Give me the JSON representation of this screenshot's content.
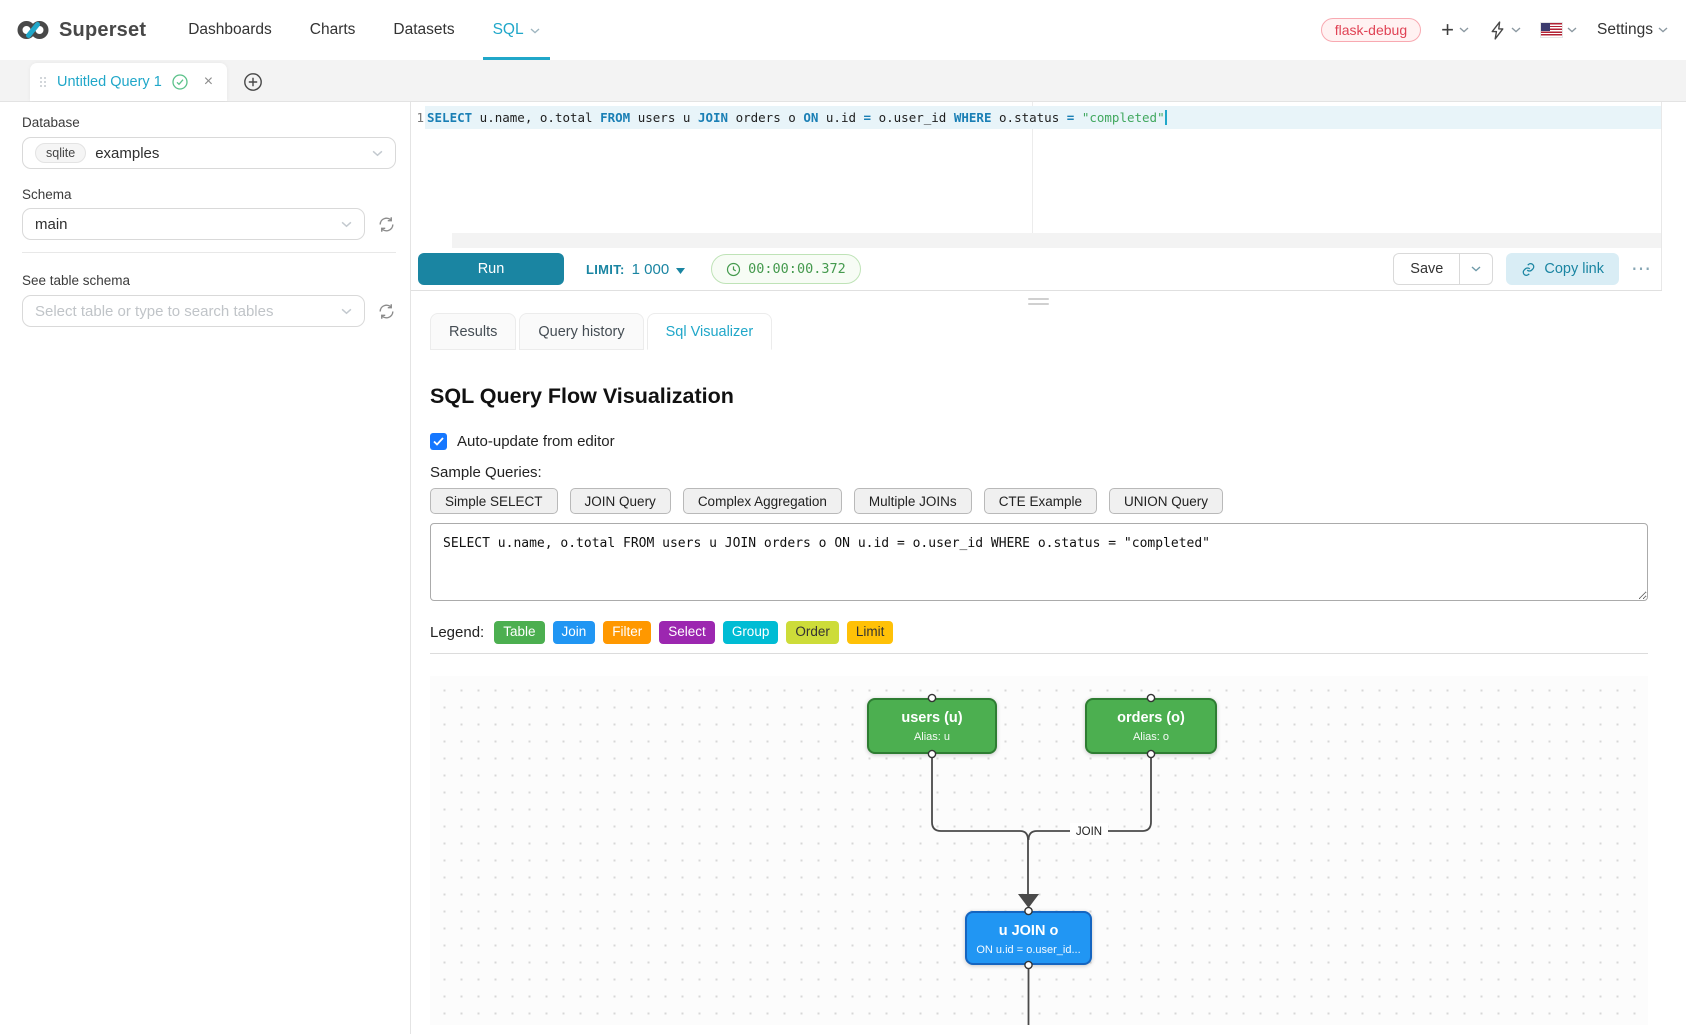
{
  "nav": {
    "brand": "Superset",
    "items": [
      {
        "label": "Dashboards",
        "active": false,
        "caret": false
      },
      {
        "label": "Charts",
        "active": false,
        "caret": false
      },
      {
        "label": "Datasets",
        "active": false,
        "caret": false
      },
      {
        "label": "SQL",
        "active": true,
        "caret": true
      }
    ],
    "right": {
      "env_badge": "flask-debug",
      "settings_label": "Settings"
    }
  },
  "icons": {
    "plus": "+",
    "ellipsis": "⋯",
    "close": "×"
  },
  "query_tab": {
    "title": "Untitled Query 1"
  },
  "sidebar": {
    "database_label": "Database",
    "database_engine": "sqlite",
    "database_value": "examples",
    "schema_label": "Schema",
    "schema_value": "main",
    "table_schema_label": "See table schema",
    "table_placeholder": "Select table or type to search tables"
  },
  "editor": {
    "line_number": "1",
    "colors": {
      "kw": "#1a7fb5",
      "op": "#1a7fb5",
      "str": "#41a85f",
      "pl": "#1f1f1f"
    },
    "tokens": [
      {
        "t": "kw",
        "v": "SELECT"
      },
      {
        "t": "pl",
        "v": " u.name, o.total "
      },
      {
        "t": "kw",
        "v": "FROM"
      },
      {
        "t": "pl",
        "v": " users u "
      },
      {
        "t": "kw",
        "v": "JOIN"
      },
      {
        "t": "pl",
        "v": " orders o "
      },
      {
        "t": "kw",
        "v": "ON"
      },
      {
        "t": "pl",
        "v": " u.id "
      },
      {
        "t": "op",
        "v": "="
      },
      {
        "t": "pl",
        "v": " o.user_id "
      },
      {
        "t": "kw",
        "v": "WHERE"
      },
      {
        "t": "pl",
        "v": " o.status "
      },
      {
        "t": "op",
        "v": "="
      },
      {
        "t": "pl",
        "v": " "
      },
      {
        "t": "str",
        "v": "\"completed\""
      }
    ]
  },
  "toolbar": {
    "run_label": "Run",
    "run_color": "#1a85a2",
    "limit_label": "LIMIT:",
    "limit_value": "1 000",
    "timer_value": "00:00:00.372",
    "save_label": "Save",
    "copy_link_label": "Copy link"
  },
  "result_tabs": [
    {
      "label": "Results",
      "active": false
    },
    {
      "label": "Query history",
      "active": false
    },
    {
      "label": "Sql Visualizer",
      "active": true
    }
  ],
  "visualizer": {
    "title": "SQL Query Flow Visualization",
    "auto_update_label": "Auto-update from editor",
    "auto_update_checked": true,
    "sample_queries_label": "Sample Queries:",
    "sample_buttons": [
      "Simple SELECT",
      "JOIN Query",
      "Complex Aggregation",
      "Multiple JOINs",
      "CTE Example",
      "UNION Query"
    ],
    "sql_text": "SELECT u.name, o.total FROM users u JOIN orders o ON u.id = o.user_id WHERE o.status = \"completed\"",
    "legend_label": "Legend:",
    "legend": [
      {
        "label": "Table",
        "color": "#4CAF50",
        "text": "#ffffff"
      },
      {
        "label": "Join",
        "color": "#2196F3",
        "text": "#ffffff"
      },
      {
        "label": "Filter",
        "color": "#FF9800",
        "text": "#ffffff"
      },
      {
        "label": "Select",
        "color": "#9C27B0",
        "text": "#ffffff"
      },
      {
        "label": "Group",
        "color": "#00BCD4",
        "text": "#ffffff"
      },
      {
        "label": "Order",
        "color": "#CDDC39",
        "text": "#333333"
      },
      {
        "label": "Limit",
        "color": "#FFC107",
        "text": "#333333"
      }
    ],
    "flow": {
      "nodes": [
        {
          "id": "users",
          "title": "users (u)",
          "subtitle": "Alias: u",
          "color": "#4CAF50"
        },
        {
          "id": "orders",
          "title": "orders (o)",
          "subtitle": "Alias: o",
          "color": "#4CAF50"
        },
        {
          "id": "join",
          "title": "u JOIN o",
          "subtitle": "ON u.id = o.user_id...",
          "color": "#2196F3"
        }
      ],
      "edge_label": "JOIN"
    }
  }
}
